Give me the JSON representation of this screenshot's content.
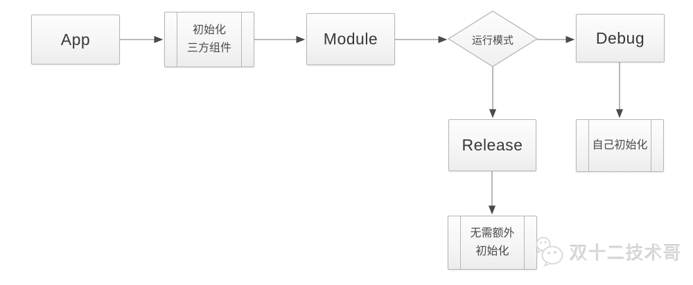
{
  "diagram": {
    "type": "flowchart",
    "nodes": {
      "app": {
        "label": "App",
        "shape": "process"
      },
      "init_third_party": {
        "line1": "初始化",
        "line2": "三方组件",
        "shape": "predefined-process"
      },
      "module": {
        "label": "Module",
        "shape": "process"
      },
      "run_mode": {
        "label": "运行模式",
        "shape": "decision"
      },
      "debug": {
        "label": "Debug",
        "shape": "process"
      },
      "release": {
        "label": "Release",
        "shape": "process"
      },
      "self_init": {
        "label": "自己初始化",
        "shape": "predefined-process"
      },
      "no_extra_init": {
        "line1": "无需额外",
        "line2": "初始化",
        "shape": "predefined-process"
      }
    },
    "edges": [
      {
        "from": "app",
        "to": "init_third_party"
      },
      {
        "from": "init_third_party",
        "to": "module"
      },
      {
        "from": "module",
        "to": "run_mode"
      },
      {
        "from": "run_mode",
        "to": "debug"
      },
      {
        "from": "run_mode",
        "to": "release"
      },
      {
        "from": "debug",
        "to": "self_init"
      },
      {
        "from": "release",
        "to": "no_extra_init"
      }
    ],
    "colors": {
      "box_border": "#b5b5b5",
      "box_fill_top": "#fdfdfd",
      "box_fill_bottom": "#ececec",
      "connector_line": "#909090",
      "arrowhead": "#4a4a4a",
      "label_text": "#3e3e3e",
      "watermark_text": "#d9d9d9"
    }
  },
  "watermark": {
    "text": "双十二技术哥",
    "icon": "wechat-chat-bubbles-icon"
  }
}
